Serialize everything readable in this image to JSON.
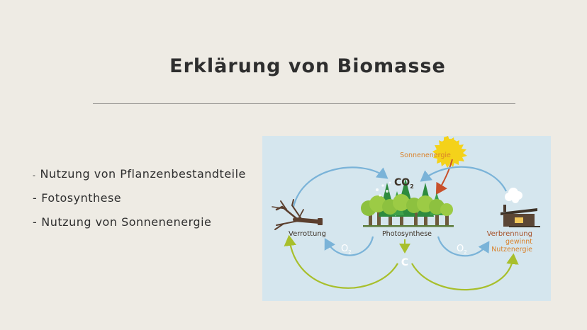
{
  "slide": {
    "title": "Erklärung von Biomasse",
    "bullets": [
      "Nutzung von Pflanzenbestandteile",
      "Fotosynthese",
      "Nutzung von Sonnenenergie"
    ]
  },
  "diagram": {
    "sun_label": "Sonnenenergie",
    "co2_main": "CO",
    "co2_sub": "2",
    "decay_label": "Verrottung",
    "photosynthesis_label": "Photosynthese",
    "combustion_label": "Verbrennung",
    "gain_label_1": "gewinnt",
    "gain_label_2": "Nutzenergie",
    "o2_left_main": "O",
    "o2_left_sub": "2",
    "o2_right_main": "O",
    "o2_right_sub": "2",
    "carbon_label": "C",
    "colors": {
      "background": "#d5e6ee",
      "blue_arrow": "#7ab3d8",
      "green_arrow": "#a8bf2c",
      "red_arrow": "#c8502a",
      "sun": "#f4d21a",
      "orange_text": "#d9822b",
      "dark_text": "#3e3328",
      "brown_text": "#a7532c"
    }
  }
}
